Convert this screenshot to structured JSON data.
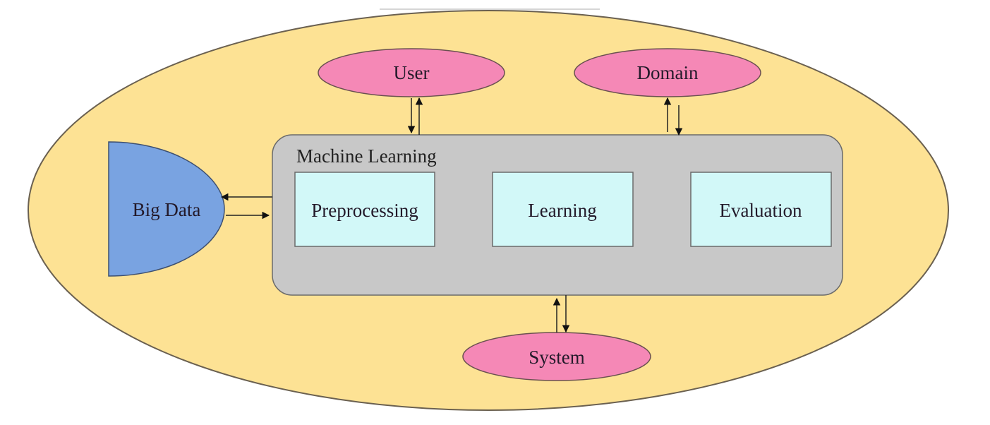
{
  "diagram": {
    "colors": {
      "outer": "#fde294",
      "actor": "#f588b6",
      "big_data": "#79a3e1",
      "ml_container": "#c8c8c8",
      "stage": "#d2f8f8",
      "stroke": "#5a5040"
    },
    "actors": {
      "user": "User",
      "domain": "Domain",
      "system": "System"
    },
    "big_data": "Big Data",
    "machine_learning": {
      "title": "Machine Learning",
      "stages": [
        "Preprocessing",
        "Learning",
        "Evaluation"
      ]
    },
    "connections": [
      {
        "from": "Machine Learning",
        "to": "User",
        "bidirectional": true
      },
      {
        "from": "Machine Learning",
        "to": "Domain",
        "bidirectional": true
      },
      {
        "from": "Machine Learning",
        "to": "System",
        "bidirectional": true
      },
      {
        "from": "Machine Learning",
        "to": "Big Data",
        "bidirectional": true
      }
    ]
  }
}
